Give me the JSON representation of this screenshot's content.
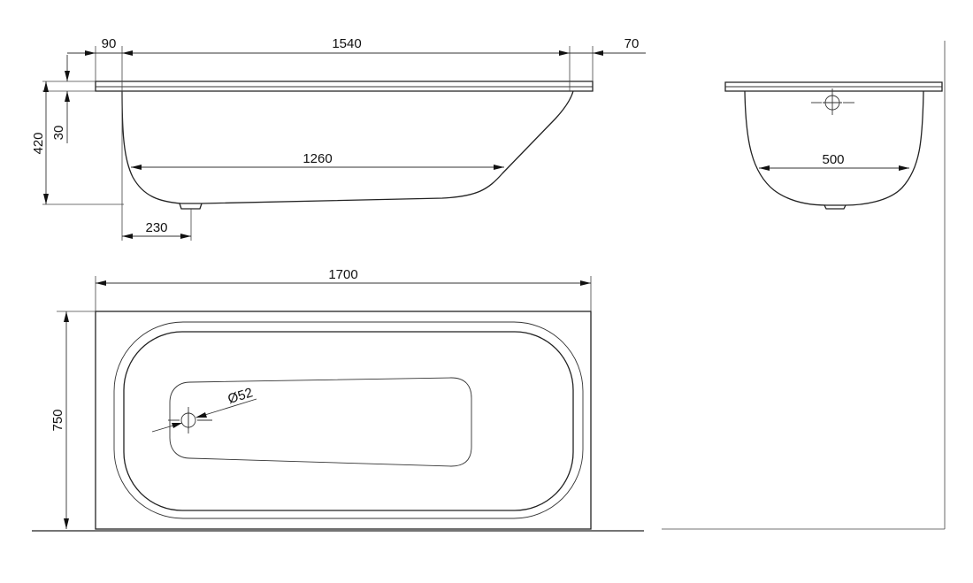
{
  "drawing": {
    "side_view": {
      "dims": {
        "top_left_rim": "90",
        "inner_top_length": "1540",
        "top_right_rim": "70",
        "total_height": "420",
        "rim_thickness": "30",
        "inner_bottom_length": "1260",
        "drain_offset": "230"
      }
    },
    "end_view": {
      "dims": {
        "bottom_width": "500"
      }
    },
    "plan_view": {
      "dims": {
        "total_length": "1700",
        "total_width": "750",
        "drain_diameter": "Ø52"
      }
    }
  }
}
